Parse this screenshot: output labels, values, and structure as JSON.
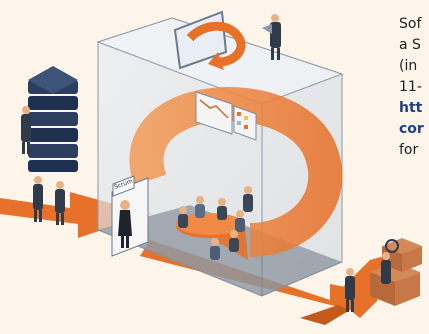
{
  "illustration": {
    "sign_text": "Scrum"
  },
  "side_text": {
    "line1": "Sof",
    "line2": "a S",
    "line3": "(in",
    "line4": "11-",
    "link_line1": "htt",
    "link_line2": "cor",
    "line5": "for"
  },
  "colors": {
    "background": "#fdf5ea",
    "accent_orange": "#e8712a",
    "link": "#1c3e8c"
  }
}
